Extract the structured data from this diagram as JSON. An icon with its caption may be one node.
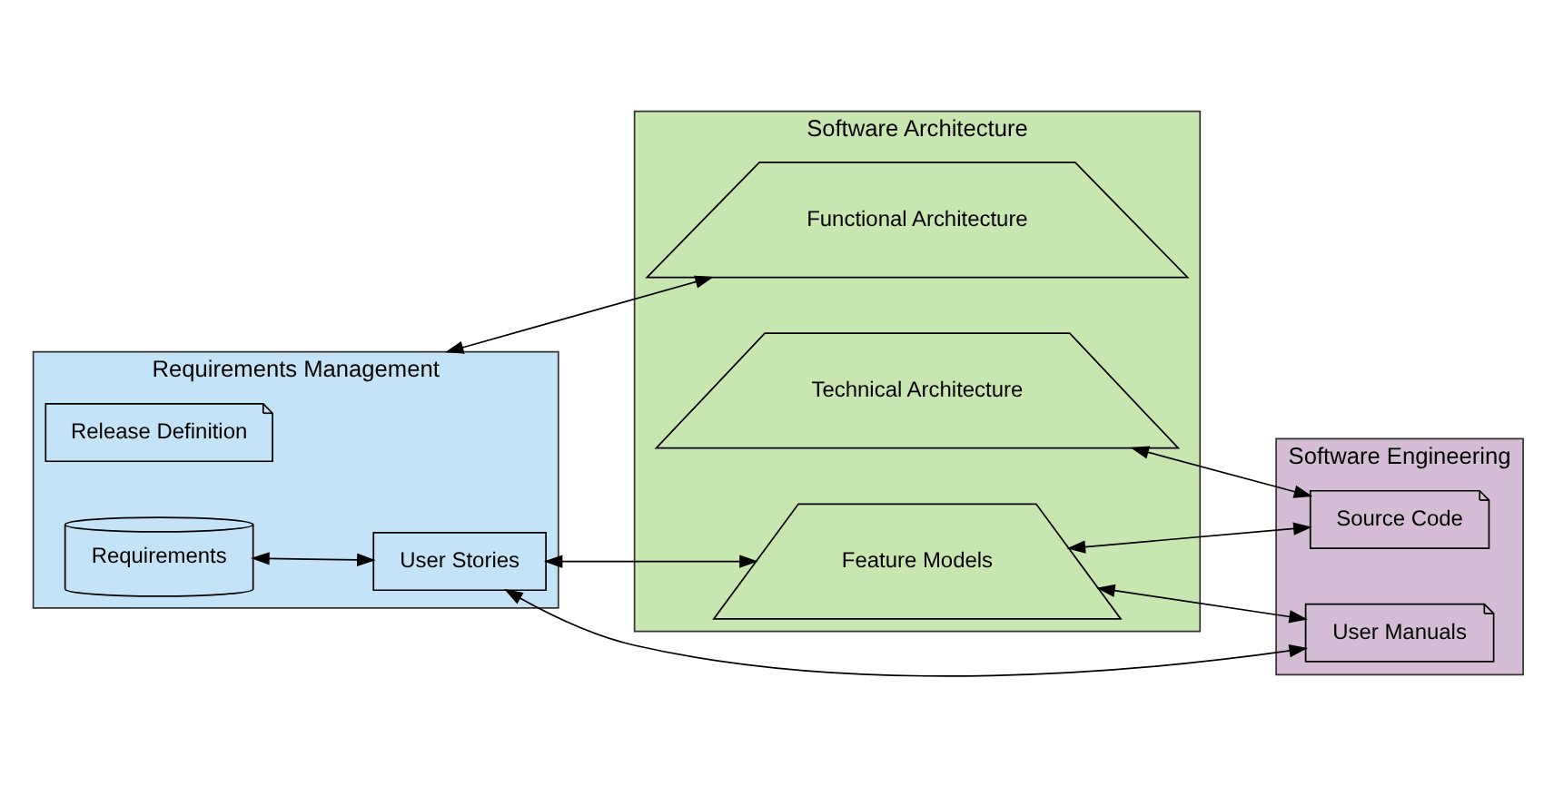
{
  "diagram": {
    "nodes": [
      {
        "text": [
          "Requirements Management"
        ]
      },
      {
        "text": [
          "Release Definition"
        ],
        "in": 0
      },
      {
        "text": [
          "Requirements"
        ],
        "in": 0
      },
      {
        "text": [
          "User Stories"
        ],
        "in": 0
      },
      {
        "text": [
          "Software Architecture"
        ]
      },
      {
        "text": [
          "Functional Architecture"
        ],
        "in": 4
      },
      {
        "text": [
          "Technical Architecture"
        ],
        "in": 4
      },
      {
        "text": [
          "Feature Models"
        ],
        "in": 4
      },
      {
        "text": [
          "Software Engineering"
        ]
      },
      {
        "text": [
          "Source Code"
        ],
        "in": 8
      },
      {
        "text": [
          "User Manuals"
        ],
        "in": 8
      }
    ],
    "edges": [
      {
        "from": 0,
        "to": 5,
        "arrow": "both"
      },
      {
        "from": 2,
        "to": 3,
        "arrow": "both"
      },
      {
        "from": 6,
        "to": 9,
        "arrow": "both"
      },
      {
        "from": 7,
        "to": 9,
        "arrow": "both"
      },
      {
        "from": 3,
        "to": 7,
        "arrow": "both"
      },
      {
        "from": 3,
        "to": 10,
        "arrow": "both"
      },
      {
        "from": 7,
        "to": 10,
        "arrow": "both"
      }
    ]
  }
}
